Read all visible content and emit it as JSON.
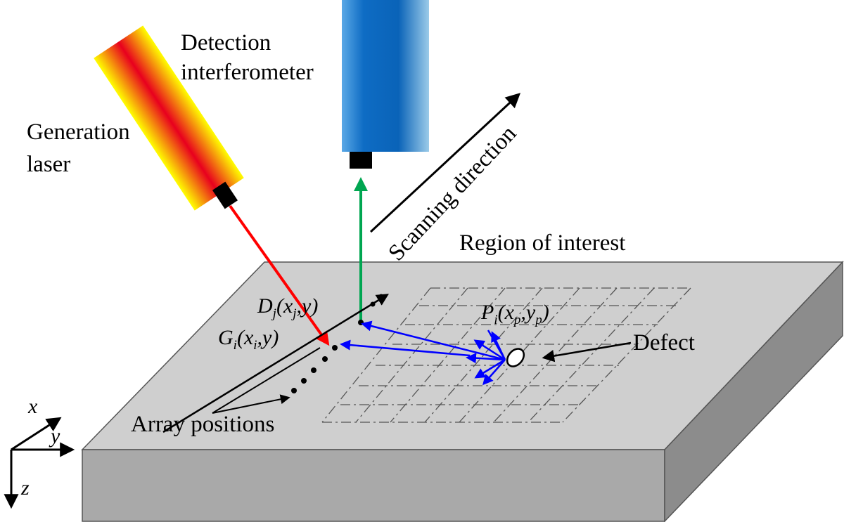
{
  "labels": {
    "detection_line1": "Detection",
    "detection_line2": "interferometer",
    "generation_line1": "Generation",
    "generation_line2": "laser",
    "scanning": "Scanning direction",
    "region": "Region of interest",
    "defect": "Defect",
    "array_positions": "Array positions",
    "detection_point": {
      "main": "D",
      "sub": "j",
      "open": "(x",
      "close": ",y)"
    },
    "generation_point": {
      "main": "G",
      "sub": "i",
      "sub2": "i",
      "open": "(x",
      "close": ",y)"
    },
    "pixel_point": {
      "main": "P",
      "sub": "i",
      "open": "(x",
      "sub2": "p",
      "mid": ",y",
      "sub3": "p",
      "close": ")"
    },
    "axis_x": "x",
    "axis_y": "y",
    "axis_z": "z"
  },
  "colors": {
    "laser_beam": "#ff0000",
    "detection_beam": "#00a651",
    "scatter_rays": "#0000ff",
    "plate_top": "#cfcfcf",
    "plate_front": "#a9a9a9",
    "plate_side": "#8c8c8c",
    "interferometer": "#1f73c8",
    "laser_body": "#ff9a00"
  },
  "icons": {
    "laser": "generation-laser-cylinder",
    "interferometer": "detection-interferometer-cylinder",
    "defect": "defect-ellipse"
  }
}
